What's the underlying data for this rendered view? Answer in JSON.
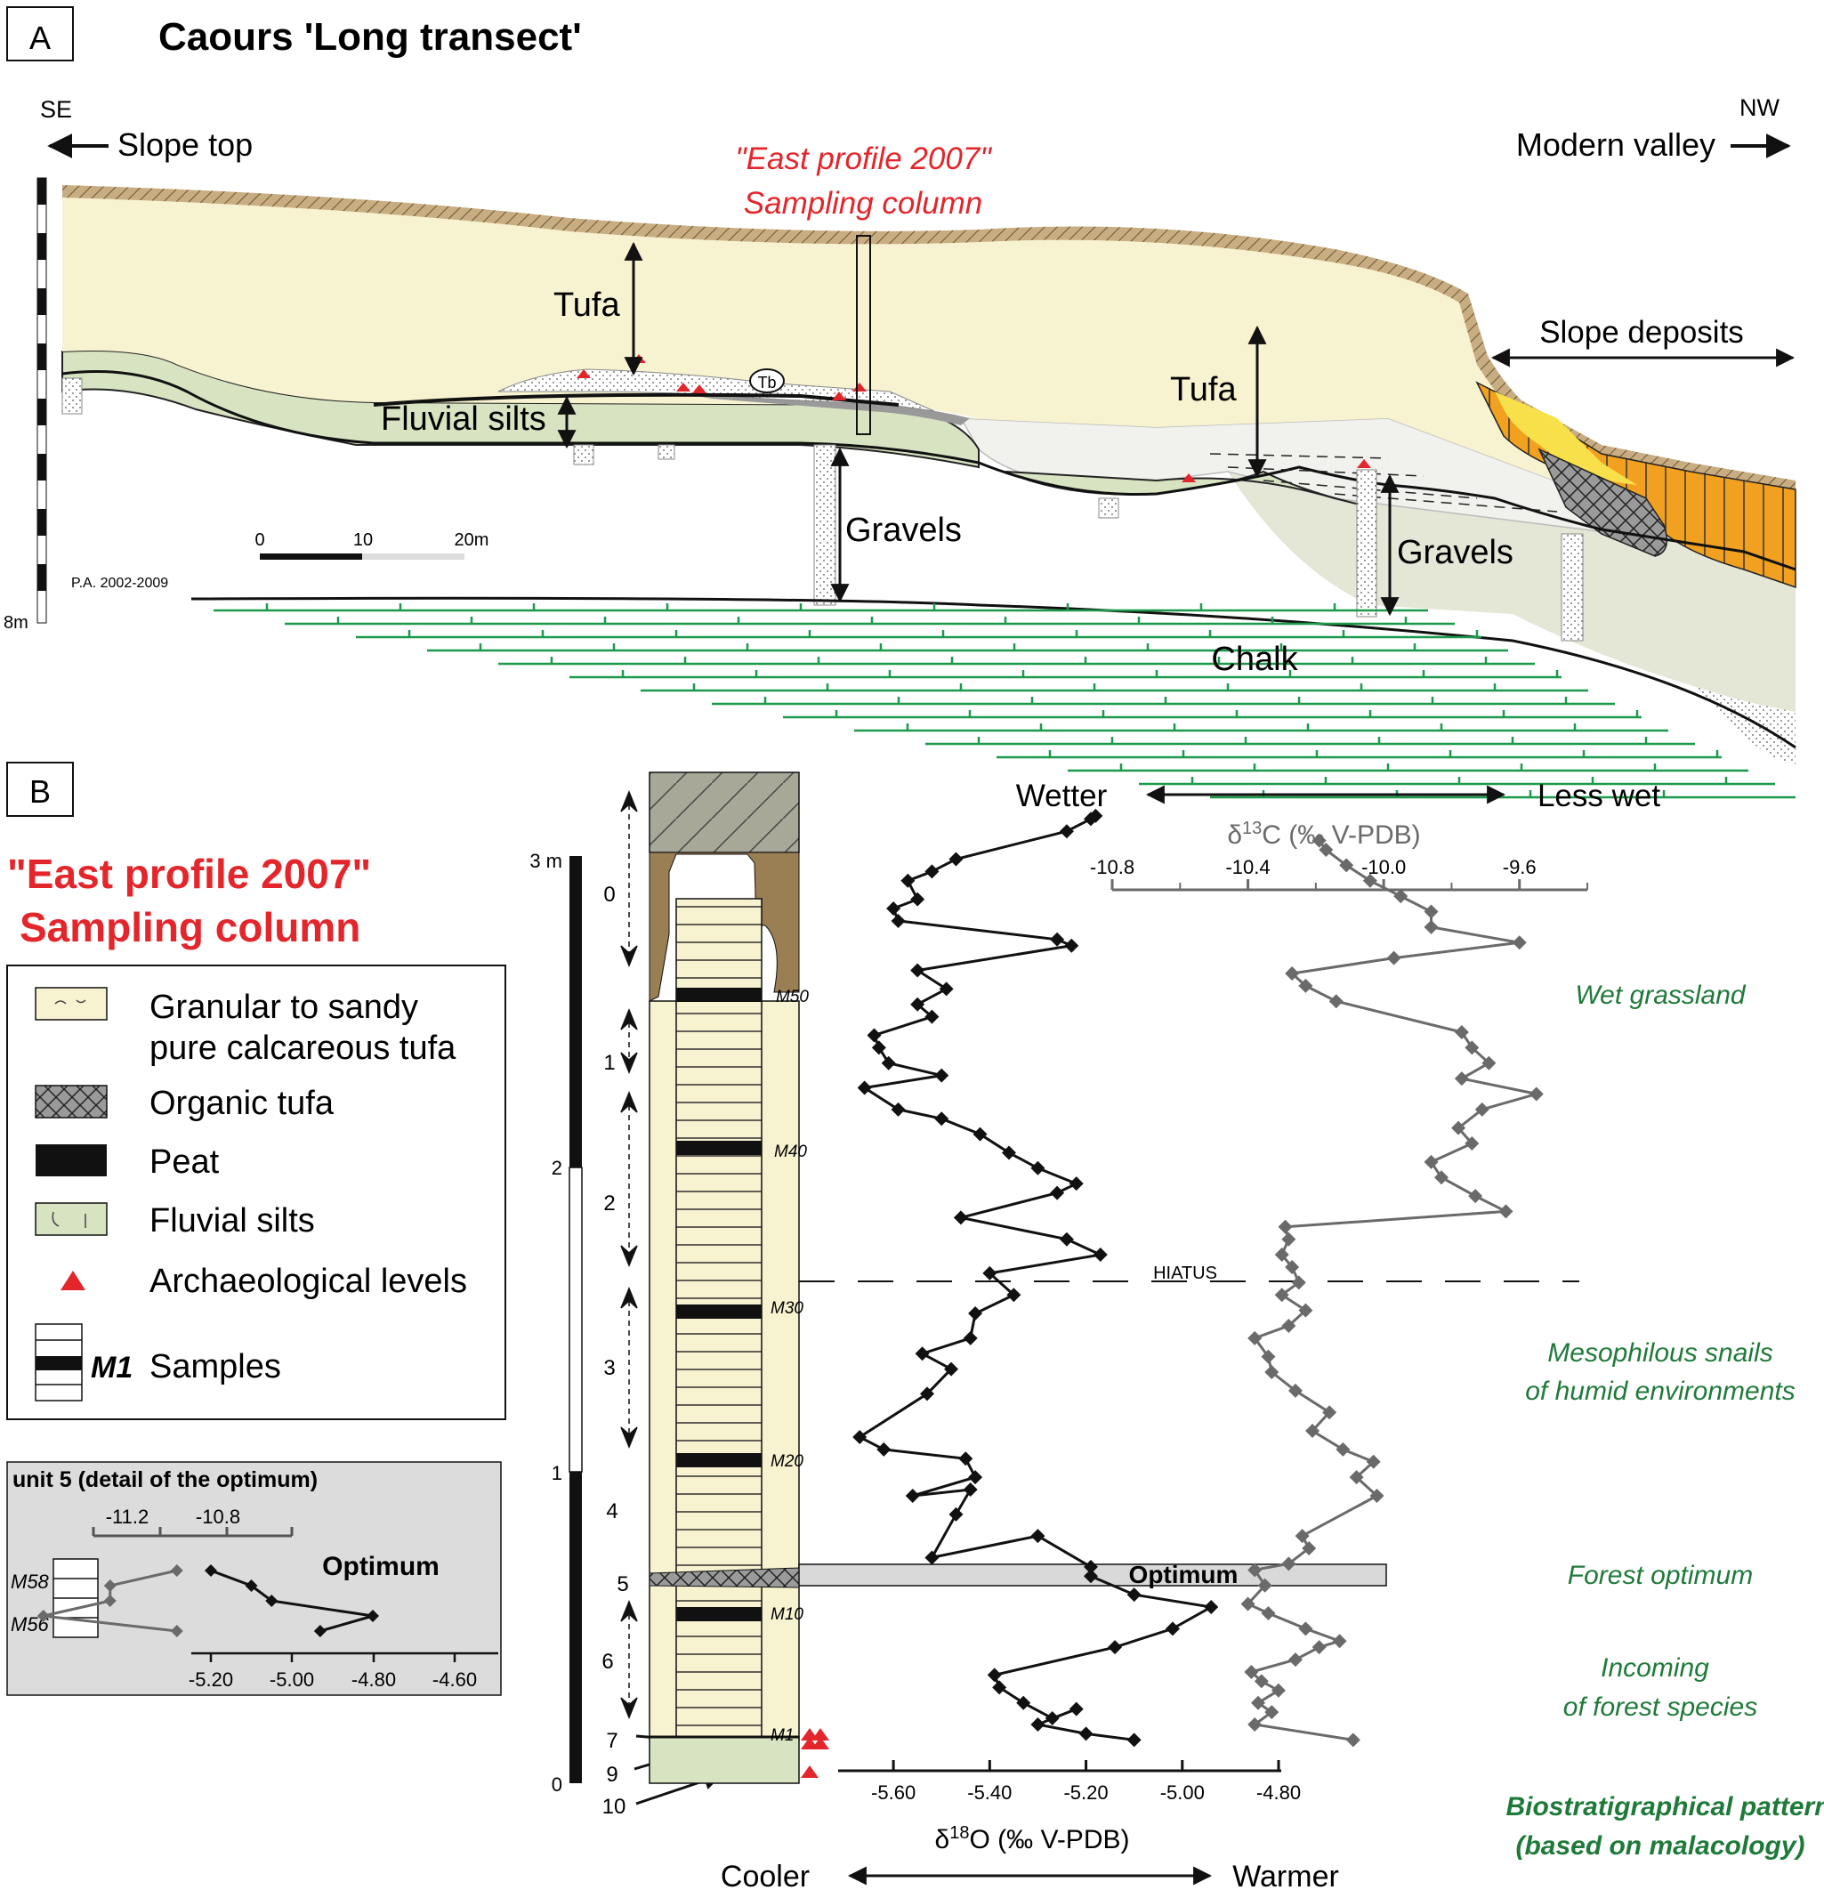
{
  "panel_a": {
    "label": "A",
    "title": "Caours 'Long transect'",
    "dir_left_code": "SE",
    "dir_left_label": "Slope top",
    "dir_right_code": "NW",
    "dir_right_label": "Modern valley",
    "sampling_column_line1": "\"East profile 2007\"",
    "sampling_column_line2": "Sampling column",
    "units": {
      "tufa": "Tufa",
      "fluvial_silts": "Fluvial silts",
      "gravels": "Gravels",
      "slope_deposits": "Slope deposits",
      "chalk": "Chalk",
      "tb": "Tb"
    },
    "scale_bar": [
      "0",
      "10",
      "20m"
    ],
    "credit": "P.A. 2002-2009",
    "depth_label": "8m"
  },
  "panel_b": {
    "label": "B",
    "title_line1": "\"East profile 2007\"",
    "title_line2": "Sampling column",
    "legend": [
      {
        "label_line1": "Granular to sandy",
        "label_line2": "pure calcareous tufa",
        "swatch": "granular-tufa"
      },
      {
        "label_line1": "Organic tufa",
        "swatch": "organic-tufa"
      },
      {
        "label_line1": "Peat",
        "swatch": "peat"
      },
      {
        "label_line1": "Fluvial silts",
        "swatch": "fluvial-silts"
      },
      {
        "label_line1": "Archaeological levels",
        "swatch": "triangle"
      },
      {
        "label_prefix": "M1",
        "label_line1": "Samples",
        "swatch": "samples"
      }
    ],
    "depth_ticks": [
      "3 m",
      "2",
      "1",
      "0"
    ],
    "unit_numbers": [
      "0",
      "1",
      "2",
      "3",
      "4",
      "5",
      "6",
      "7",
      "9",
      "10"
    ],
    "sample_labels": [
      "M50",
      "M40",
      "M30",
      "M20",
      "M10",
      "M1"
    ],
    "hiatus_label": "HIATUS",
    "optimum_label": "Optimum",
    "humidity_left": "Wetter",
    "humidity_right": "Less wet",
    "temp_left": "Cooler",
    "temp_right": "Warmer",
    "biozones": [
      {
        "line1": "Wet grassland"
      },
      {
        "line1": "Mesophilous snails",
        "line2": "of humid environments"
      },
      {
        "line1": "Forest optimum"
      },
      {
        "line1": "Incoming",
        "line2": "of forest species"
      }
    ],
    "biostrat_title_line1": "Biostratigraphical pattern",
    "biostrat_title_line2": "(based on malacology)",
    "inset": {
      "title": "unit 5 (detail of the optimum)",
      "optimum": "Optimum",
      "samples": [
        "M58",
        "M56"
      ],
      "top_ticks": [
        "-11.2",
        "-10.8"
      ],
      "bottom_ticks": [
        "-5.20",
        "-5.00",
        "-4.80",
        "-4.60"
      ]
    }
  },
  "colors": {
    "tufa": "#f7f2d0",
    "fluvial_silts": "#d8e3c2",
    "topsoil": "#c9ad82",
    "chalk_lines": "#1a9a4a",
    "slope_orange": "#f2a020",
    "red_text": "#e3262b",
    "green_text": "#1f7a3a",
    "d18o_series": "#111111",
    "d13c_series": "#6a6a6a"
  },
  "chart_data": [
    {
      "type": "line",
      "title": "δ18O (‰ V-PDB)",
      "xlabel": "δ18O (‰ V-PDB)",
      "ylabel": "",
      "xlim": [
        -5.7,
        -4.8
      ],
      "xticks": [
        "-5.60",
        "-5.40",
        "-5.20",
        "-5.00",
        "-4.80"
      ],
      "ylim": [
        0,
        3
      ],
      "series": [
        {
          "x": [
            -5.1,
            -5.2,
            -5.3,
            -5.22,
            -5.27,
            -5.33,
            -5.38,
            -5.39,
            -5.14,
            -5.02,
            -4.94,
            -5.1,
            -5.19,
            -5.19,
            -5.3,
            -5.52,
            -5.47,
            -5.44,
            -5.56,
            -5.43,
            -5.45,
            -5.62,
            -5.67,
            -5.53,
            -5.48,
            -5.54,
            -5.44,
            -5.43,
            -5.35,
            -5.4,
            -5.17,
            -5.24,
            -5.46,
            -5.26,
            -5.22,
            -5.3,
            -5.36,
            -5.42,
            -5.5,
            -5.59,
            -5.66,
            -5.5,
            -5.61,
            -5.63,
            -5.64,
            -5.52,
            -5.55,
            -5.49,
            -5.55,
            -5.23,
            -5.26,
            -5.59,
            -5.6,
            -5.55,
            -5.57,
            -5.52,
            -5.47,
            -5.24,
            -5.19,
            -5.18
          ],
          "y": [
            0.14,
            0.16,
            0.19,
            0.24,
            0.21,
            0.26,
            0.31,
            0.35,
            0.44,
            0.5,
            0.57,
            0.61,
            0.67,
            0.7,
            0.8,
            0.73,
            0.87,
            0.95,
            0.93,
            0.99,
            1.05,
            1.08,
            1.12,
            1.26,
            1.34,
            1.39,
            1.44,
            1.52,
            1.58,
            1.65,
            1.71,
            1.76,
            1.83,
            1.91,
            1.94,
            1.99,
            2.04,
            2.1,
            2.15,
            2.18,
            2.25,
            2.29,
            2.33,
            2.38,
            2.42,
            2.48,
            2.52,
            2.57,
            2.63,
            2.71,
            2.73,
            2.79,
            2.83,
            2.86,
            2.92,
            2.95,
            2.99,
            3.08,
            3.12,
            3.13
          ]
        }
      ]
    },
    {
      "type": "line",
      "title": "δ13C (‰ V-PDB)",
      "xlabel": "δ13C (‰ V-PDB)",
      "ylabel": "",
      "xlim": [
        -10.8,
        -9.4
      ],
      "xticks": [
        "-10.8",
        "-10.4",
        "-10.0",
        "-9.6"
      ],
      "ylim": [
        0,
        3
      ],
      "series": [
        {
          "x": [
            -10.09,
            -10.38,
            -10.33,
            -10.37,
            -10.31,
            -10.36,
            -10.39,
            -10.26,
            -10.19,
            -10.13,
            -10.23,
            -10.34,
            -10.4,
            -10.35,
            -10.38,
            -10.28,
            -10.22,
            -10.24,
            -10.02,
            -10.08,
            -10.03,
            -10.12,
            -10.21,
            -10.16,
            -10.26,
            -10.33,
            -10.34,
            -10.38,
            -10.28,
            -10.23,
            -10.3,
            -10.25,
            -10.27,
            -10.3,
            -10.28,
            -10.29,
            -9.64,
            -9.73,
            -9.83,
            -9.86,
            -9.74,
            -9.78,
            -9.71,
            -9.55,
            -9.77,
            -9.69,
            -9.74,
            -9.77,
            -10.14,
            -10.23,
            -10.27,
            -9.97,
            -9.6,
            -9.86,
            -9.86,
            -9.95,
            -10.04,
            -10.11,
            -10.17,
            -10.19
          ],
          "y": [
            0.14,
            0.19,
            0.23,
            0.26,
            0.3,
            0.33,
            0.36,
            0.4,
            0.44,
            0.46,
            0.5,
            0.55,
            0.58,
            0.64,
            0.69,
            0.71,
            0.76,
            0.8,
            0.93,
            0.99,
            1.04,
            1.08,
            1.14,
            1.2,
            1.27,
            1.33,
            1.38,
            1.44,
            1.48,
            1.53,
            1.58,
            1.62,
            1.67,
            1.71,
            1.76,
            1.8,
            1.85,
            1.9,
            1.96,
            2.01,
            2.07,
            2.12,
            2.18,
            2.23,
            2.28,
            2.33,
            2.38,
            2.43,
            2.53,
            2.58,
            2.62,
            2.67,
            2.72,
            2.77,
            2.82,
            2.87,
            2.92,
            2.97,
            3.02,
            3.05
          ]
        }
      ]
    },
    {
      "type": "line",
      "title": "unit 5 (detail of the optimum)",
      "series": [
        {
          "x": [
            -5.2,
            -5.1,
            -5.05,
            -4.8,
            -4.93
          ],
          "y": [
            4,
            3,
            2,
            1,
            0
          ]
        },
        {
          "x": [
            -10.95,
            -11.15,
            -11.15,
            -11.35,
            -10.95
          ],
          "y": [
            4,
            3,
            2,
            1,
            0
          ]
        }
      ]
    }
  ]
}
